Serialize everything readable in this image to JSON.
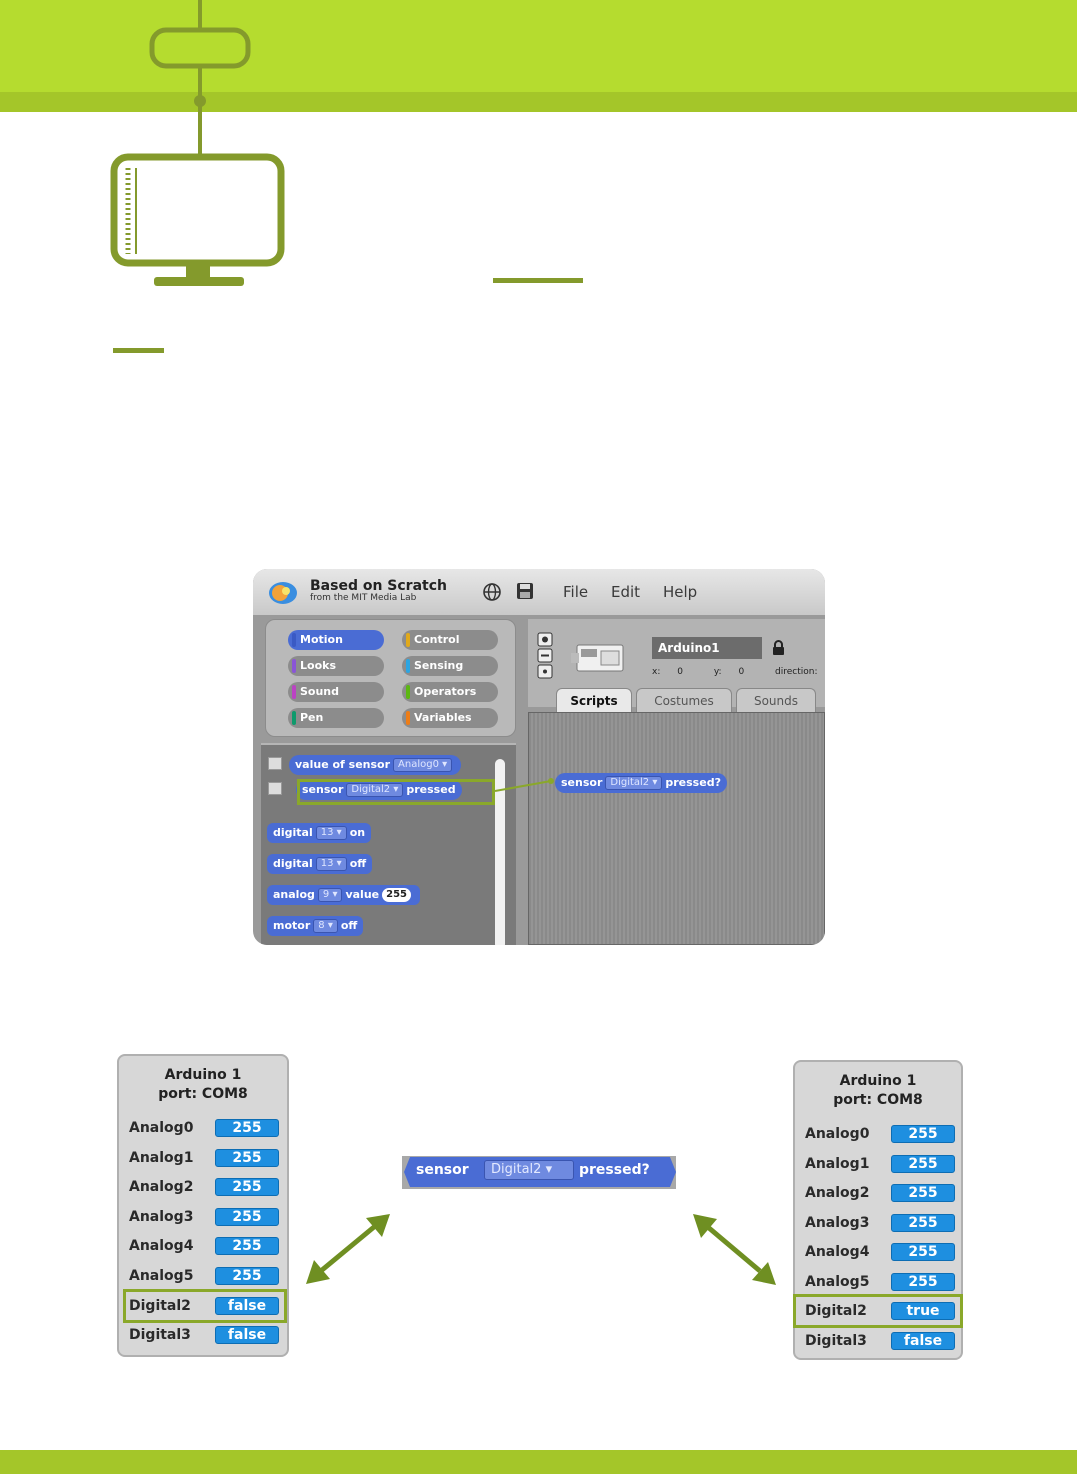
{
  "colors": {
    "green_light": "#b5dc2f",
    "green_dark": "#a4c629",
    "green_outline": "#849a2c",
    "block_blue": "#4a6cd4",
    "watcher_blue": "#1e8fe0"
  },
  "scratch": {
    "brand_title": "Based on Scratch",
    "brand_subtitle": "from the MIT Media Lab",
    "menu": [
      "File",
      "Edit",
      "Help"
    ],
    "categories": [
      {
        "label": "Motion",
        "color": "#4a6cd4"
      },
      {
        "label": "Control",
        "color": "#e1a91a"
      },
      {
        "label": "Looks",
        "color": "#8a55d7"
      },
      {
        "label": "Sensing",
        "color": "#2ca5e2"
      },
      {
        "label": "Sound",
        "color": "#bb42c3"
      },
      {
        "label": "Operators",
        "color": "#5cb712"
      },
      {
        "label": "Pen",
        "color": "#0e9a6c"
      },
      {
        "label": "Variables",
        "color": "#ee7d16"
      }
    ],
    "palette": {
      "value_of_sensor": {
        "text": "value of sensor",
        "dropdown": "Analog0"
      },
      "sensor_pressed": {
        "pre": "sensor",
        "dropdown": "Digital2",
        "post": "pressed"
      },
      "digital_on": {
        "pre": "digital",
        "dropdown": "13",
        "post": "on"
      },
      "digital_off": {
        "pre": "digital",
        "dropdown": "13",
        "post": "off"
      },
      "analog_value": {
        "pre": "analog",
        "dropdown": "9",
        "mid": "value",
        "num": "255"
      },
      "motor_off": {
        "pre": "motor",
        "dropdown": "8",
        "post": "off"
      }
    },
    "sprite": {
      "name": "Arduino1",
      "x_label": "x:",
      "x_value": "0",
      "y_label": "y:",
      "y_value": "0",
      "direction_label": "direction:"
    },
    "tabs": [
      "Scripts",
      "Costumes",
      "Sounds"
    ],
    "script_block": {
      "pre": "sensor",
      "dropdown": "Digital2",
      "post": "pressed?"
    }
  },
  "monitor_left": {
    "title_line1": "Arduino 1",
    "title_line2": "port: COM8",
    "rows": [
      {
        "label": "Analog0",
        "value": "255"
      },
      {
        "label": "Analog1",
        "value": "255"
      },
      {
        "label": "Analog2",
        "value": "255"
      },
      {
        "label": "Analog3",
        "value": "255"
      },
      {
        "label": "Analog4",
        "value": "255"
      },
      {
        "label": "Analog5",
        "value": "255"
      },
      {
        "label": "Digital2",
        "value": "false"
      },
      {
        "label": "Digital3",
        "value": "false"
      }
    ]
  },
  "monitor_right": {
    "title_line1": "Arduino 1",
    "title_line2": "port: COM8",
    "rows": [
      {
        "label": "Analog0",
        "value": "255"
      },
      {
        "label": "Analog1",
        "value": "255"
      },
      {
        "label": "Analog2",
        "value": "255"
      },
      {
        "label": "Analog3",
        "value": "255"
      },
      {
        "label": "Analog4",
        "value": "255"
      },
      {
        "label": "Analog5",
        "value": "255"
      },
      {
        "label": "Digital2",
        "value": "true"
      },
      {
        "label": "Digital3",
        "value": "false"
      }
    ]
  },
  "center_block": {
    "pre": "sensor",
    "dropdown": "Digital2",
    "post": "pressed?"
  }
}
